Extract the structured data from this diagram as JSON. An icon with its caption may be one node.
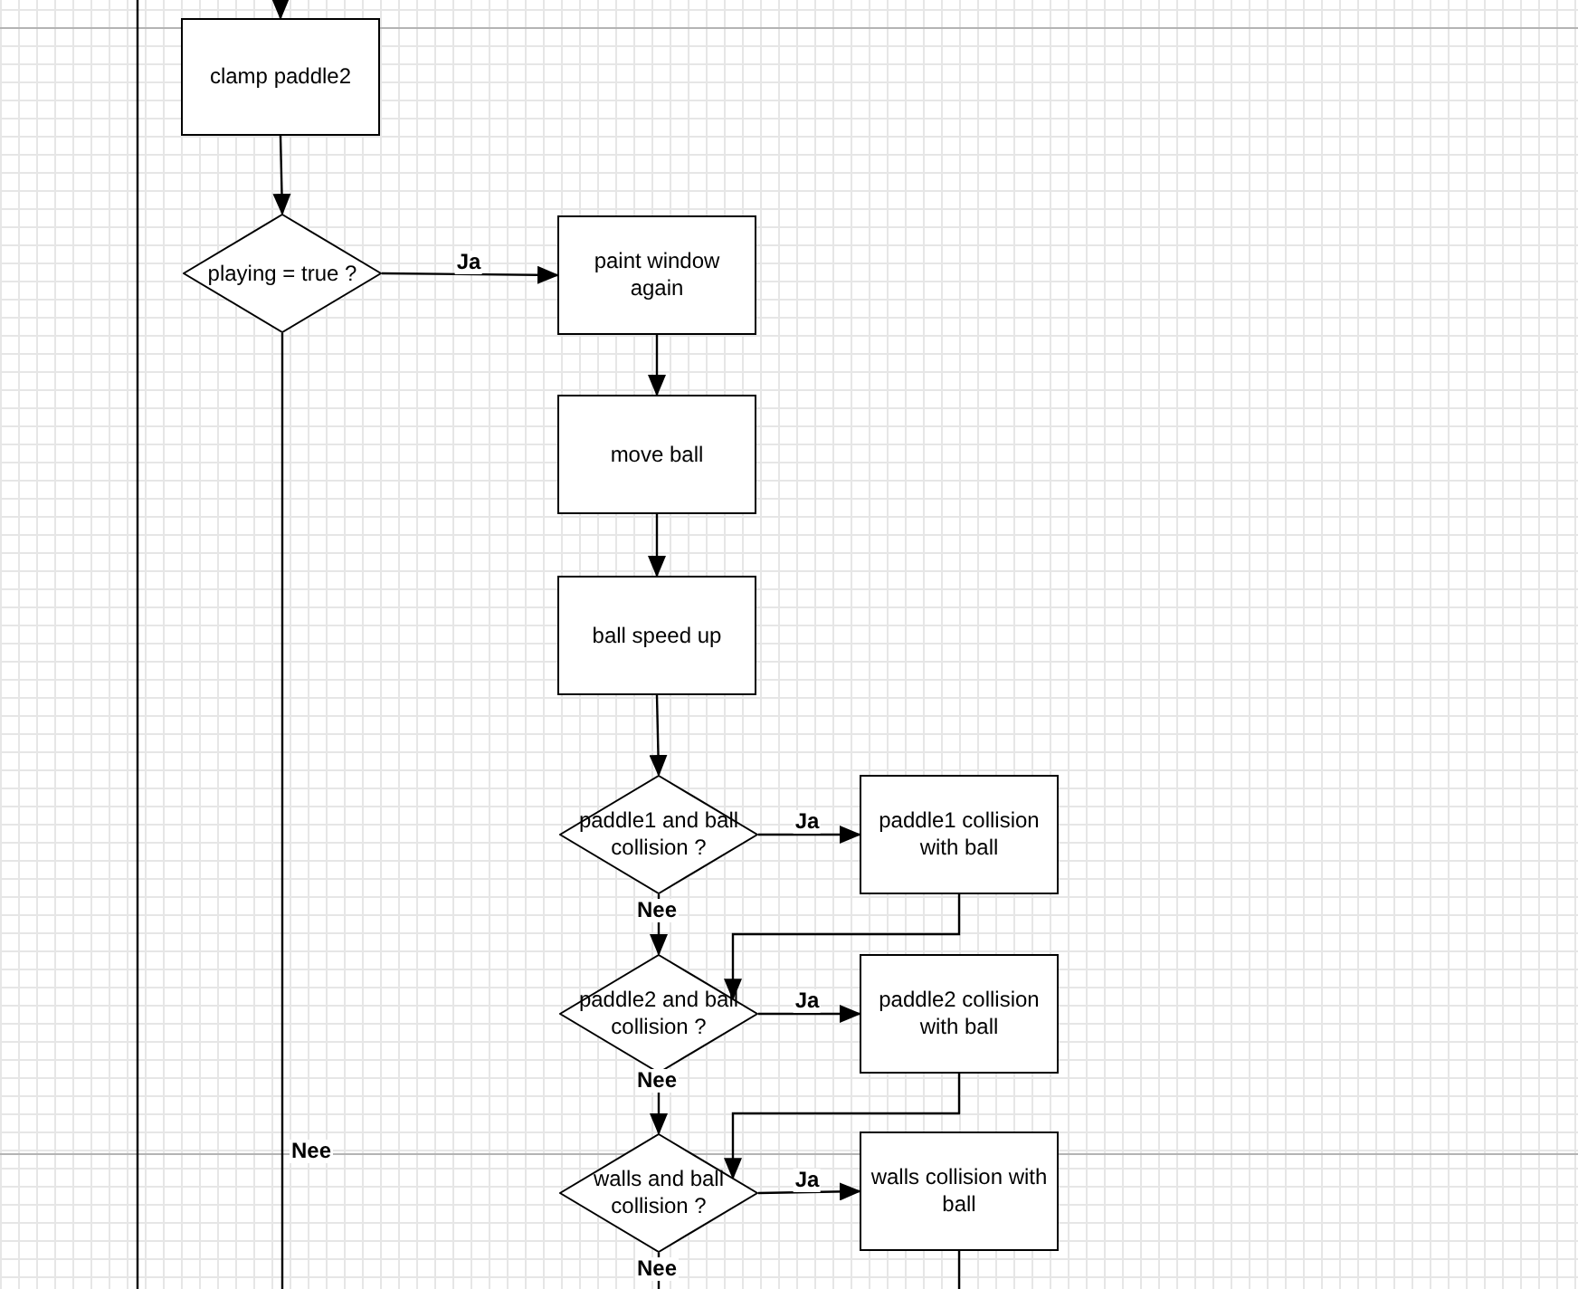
{
  "diagram": {
    "nodes": [
      {
        "text": [
          "clamp paddle2"
        ]
      },
      {
        "text": [
          "playing = true ?"
        ]
      },
      {
        "text": [
          "paint window again"
        ]
      },
      {
        "text": [
          "move ball"
        ]
      },
      {
        "text": [
          "ball speed up"
        ]
      },
      {
        "text": [
          "paddle1 and ball collision ?"
        ]
      },
      {
        "text": [
          "paddle1 collision with ball"
        ]
      },
      {
        "text": [
          "paddle2 and ball collision ?"
        ]
      },
      {
        "text": [
          "paddle2 collision with ball"
        ]
      },
      {
        "text": [
          "walls and ball collision ?"
        ]
      },
      {
        "text": [
          "walls collision with ball"
        ]
      }
    ],
    "edges": [
      {
        "from": null,
        "to": 0,
        "arrow": "to"
      },
      {
        "from": 0,
        "to": 1,
        "arrow": "to"
      },
      {
        "from": 1,
        "to": 2,
        "arrow": "to",
        "label": "Ja"
      },
      {
        "from": 1,
        "to": null,
        "arrow": "none",
        "label": "Nee"
      },
      {
        "from": 2,
        "to": 3,
        "arrow": "to"
      },
      {
        "from": 3,
        "to": 4,
        "arrow": "to"
      },
      {
        "from": 4,
        "to": 5,
        "arrow": "to"
      },
      {
        "from": 5,
        "to": 6,
        "arrow": "to",
        "label": "Ja"
      },
      {
        "from": 5,
        "to": 7,
        "arrow": "to",
        "label": "Nee"
      },
      {
        "from": 6,
        "to": 7,
        "arrow": "to"
      },
      {
        "from": 7,
        "to": 8,
        "arrow": "to",
        "label": "Ja"
      },
      {
        "from": 7,
        "to": 9,
        "arrow": "to",
        "label": "Nee"
      },
      {
        "from": 8,
        "to": 9,
        "arrow": "to"
      },
      {
        "from": 9,
        "to": 10,
        "arrow": "to",
        "label": "Ja"
      },
      {
        "from": 9,
        "to": null,
        "arrow": "none",
        "label": "Nee"
      },
      {
        "from": 10,
        "to": null,
        "arrow": "none"
      }
    ]
  }
}
